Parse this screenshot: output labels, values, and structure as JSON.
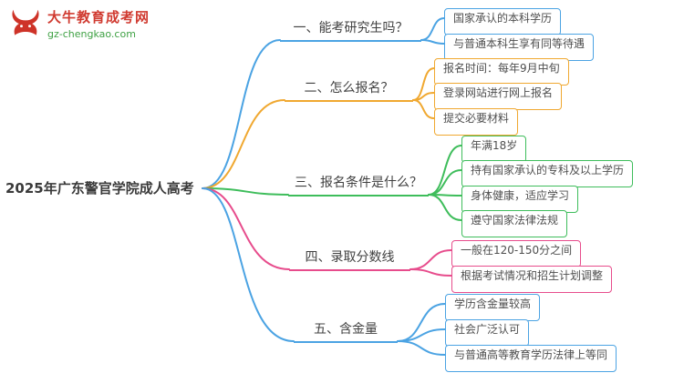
{
  "logo": {
    "title": "大牛教育成考网",
    "domain": "gz-chengkao.com",
    "title_color": "#D03A30",
    "domain_color": "#3FA144",
    "bull_color": "#CE3328"
  },
  "root": {
    "label": "2025年广东警官学院成人高考"
  },
  "branches": [
    {
      "label": "一、能考研究生吗？",
      "color": "#4BA3E3",
      "children": [
        "国家承认的本科学历",
        "与普通本科生享有同等待遇"
      ]
    },
    {
      "label": "二、怎么报名？",
      "color": "#F0A830",
      "children": [
        "报名时间：每年9月中旬",
        "登录网站进行网上报名",
        "提交必要材料"
      ]
    },
    {
      "label": "三、报名条件是什么？",
      "color": "#3EBD5B",
      "children": [
        "年满18岁",
        "持有国家承认的专科及以上学历",
        "身体健康，适应学习",
        "遵守国家法律法规"
      ]
    },
    {
      "label": "四、录取分数线",
      "color": "#E74C8C",
      "children": [
        "一般在120-150分之间",
        "根据考试情况和招生计划调整"
      ]
    },
    {
      "label": "五、含金量",
      "color": "#4BA3E3",
      "children": [
        "学历含金量较高",
        "社会广泛认可",
        "与普通高等教育学历法律上等同"
      ]
    }
  ]
}
